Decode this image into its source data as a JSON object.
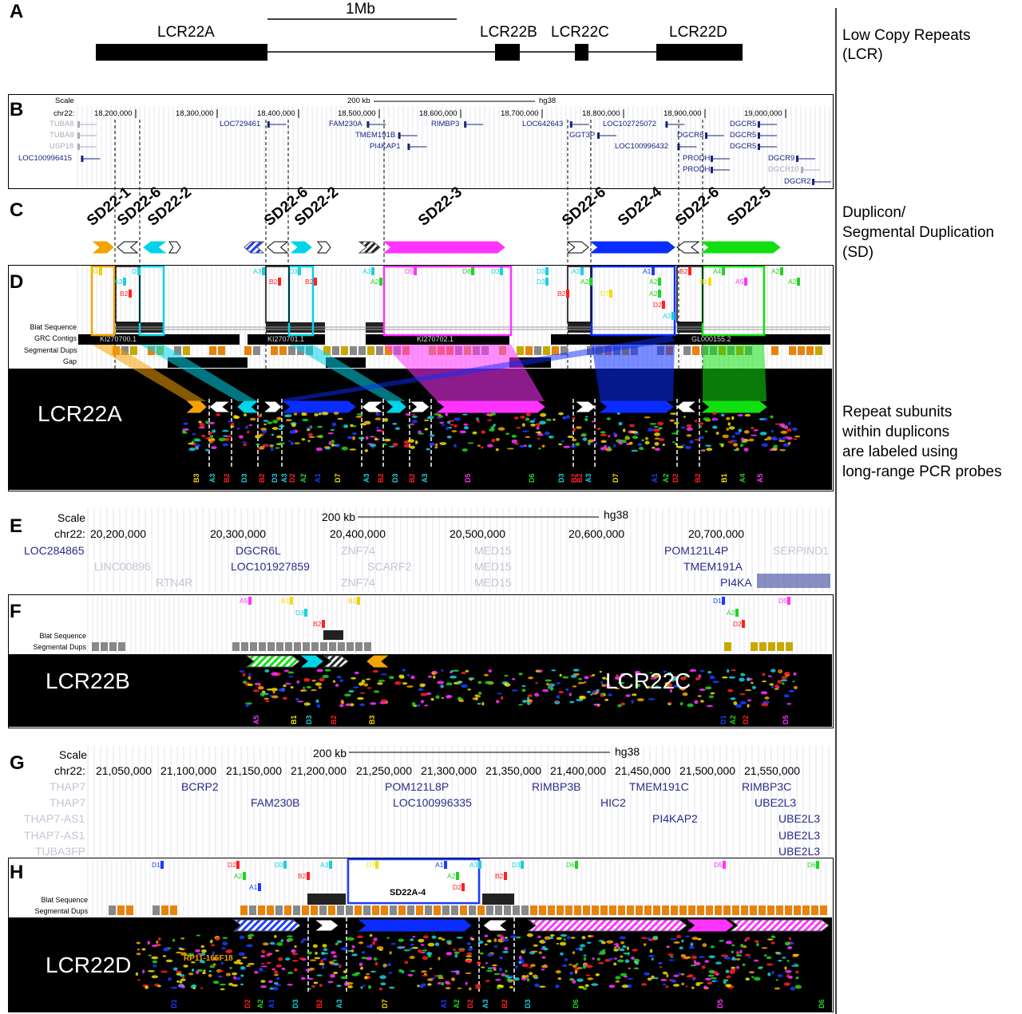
{
  "panel_a": {
    "label": "A",
    "scale": "1Mb",
    "lcrs": [
      "LCR22A",
      "LCR22B",
      "LCR22C",
      "LCR22D"
    ],
    "side_text": [
      "Low Copy Repeats",
      "(LCR)"
    ]
  },
  "panel_b": {
    "label": "B",
    "scale_label": "Scale",
    "scale_size": "200 kb",
    "assembly": "hg38",
    "chrom": "chr22:",
    "ticks": [
      "18,200,000",
      "18,300,000",
      "18,400,000",
      "18,500,000",
      "18,600,000",
      "18,700,000",
      "18,800,000",
      "18,900,000",
      "19,000,000"
    ],
    "genes": [
      {
        "name": "TUBA8",
        "faded": true
      },
      {
        "name": "TUBA8",
        "faded": true
      },
      {
        "name": "USP18",
        "faded": true
      },
      {
        "name": "LOC100996415",
        "faded": false
      },
      {
        "name": "LOC729461",
        "faded": false
      },
      {
        "name": "FAM230A",
        "faded": false
      },
      {
        "name": "TMEM191B",
        "faded": false
      },
      {
        "name": "PI4KAP1",
        "faded": false
      },
      {
        "name": "RIMBP3",
        "faded": false
      },
      {
        "name": "LOC642643",
        "faded": false
      },
      {
        "name": "GGT3P",
        "faded": false
      },
      {
        "name": "LOC102725072",
        "faded": false
      },
      {
        "name": "LOC100996432",
        "faded": false
      },
      {
        "name": "DGCR6",
        "faded": false
      },
      {
        "name": "PRODH",
        "faded": false
      },
      {
        "name": "PRODH",
        "faded": false
      },
      {
        "name": "DGCR5",
        "faded": false
      },
      {
        "name": "DGCR5",
        "faded": false
      },
      {
        "name": "DGCR5",
        "faded": false
      },
      {
        "name": "DGCR9",
        "faded": false
      },
      {
        "name": "DGCR10",
        "faded": true
      },
      {
        "name": "DGCR2",
        "faded": false
      }
    ]
  },
  "panel_c": {
    "label": "C",
    "duplicons": [
      "SD22-1",
      "SD22-6",
      "SD22-2",
      "SD22-6",
      "SD22-2",
      "SD22-3",
      "SD22-6",
      "SD22-4",
      "SD22-6",
      "SD22-5"
    ],
    "side_text": [
      "Duplicon/",
      "Segmental Duplication",
      "(SD)"
    ]
  },
  "panel_d": {
    "label": "D",
    "tracks": [
      "Blat Sequence",
      "GRC Contigs",
      "Segmental Dups",
      "Gap"
    ],
    "contigs": [
      "KI270700.1",
      "KI270701.1",
      "KI270702.1",
      "GL000155.2"
    ],
    "lcr": "LCR22A",
    "probes_top": [
      "B3",
      "A3",
      "D",
      "B2",
      "A3",
      "D3",
      "B2",
      "B2",
      "A3",
      "A2",
      "D5",
      "D6",
      "D3",
      "D3",
      "D3",
      "A3",
      "A2",
      "B2",
      "D7",
      "A1",
      "A2",
      "A2",
      "D2",
      "A3",
      "B2",
      "A4",
      "A5",
      "B1",
      "A2",
      "A2"
    ],
    "probes_bottom": [
      "B3",
      "A3",
      "B2",
      "D3",
      "B2",
      "D3",
      "A3",
      "D2",
      "A2",
      "A1",
      "D7",
      "A3",
      "B2",
      "D3",
      "B2",
      "A3",
      "D5",
      "D6",
      "D3",
      "A3",
      "B2",
      "B2",
      "D7",
      "A1",
      "A2",
      "D2",
      "B2",
      "B1",
      "A4",
      "A5"
    ],
    "side_text": [
      "Repeat subunits",
      "within duplicons",
      "are labeled using",
      "long-range PCR probes"
    ]
  },
  "panel_e": {
    "label": "E",
    "scale_label": "Scale",
    "scale_size": "200 kb",
    "assembly": "hg38",
    "chrom": "chr22:",
    "ticks": [
      "20,200,000",
      "20,300,000",
      "20,400,000",
      "20,500,000",
      "20,600,000",
      "20,700,000"
    ],
    "genes": [
      {
        "name": "LOC284865",
        "faded": false
      },
      {
        "name": "LINC00896",
        "faded": true
      },
      {
        "name": "RTN4R",
        "faded": true
      },
      {
        "name": "DGCR6L",
        "faded": false
      },
      {
        "name": "LOC101927859",
        "faded": false
      },
      {
        "name": "ZNF74",
        "faded": true
      },
      {
        "name": "SCARF2",
        "faded": true
      },
      {
        "name": "ZNF74",
        "faded": true
      },
      {
        "name": "MED15",
        "faded": true
      },
      {
        "name": "MED15",
        "faded": true
      },
      {
        "name": "MED15",
        "faded": true
      },
      {
        "name": "POM121L4P",
        "faded": false
      },
      {
        "name": "TMEM191A",
        "faded": false
      },
      {
        "name": "SERPIND1",
        "faded": true
      },
      {
        "name": "PI4KA",
        "faded": false
      }
    ]
  },
  "panel_f": {
    "label": "F",
    "tracks": [
      "Blat Sequence",
      "Segmental Dups"
    ],
    "lcrs": [
      "LCR22B",
      "LCR22C"
    ],
    "probes_top": [
      "A5",
      "B1",
      "B3",
      "D3",
      "B2",
      "D1",
      "D5",
      "A2",
      "D2"
    ],
    "probes_bottom": [
      "A5",
      "B1",
      "D3",
      "B2",
      "B3",
      "D1",
      "A2",
      "D2",
      "D5"
    ]
  },
  "panel_g": {
    "label": "G",
    "scale_label": "Scale",
    "scale_size": "200 kb",
    "assembly": "hg38",
    "chrom": "chr22:",
    "ticks": [
      "21,050,000",
      "21,100,000",
      "21,150,000",
      "21,200,000",
      "21,250,000",
      "21,300,000",
      "21,350,000",
      "21,400,000",
      "21,450,000",
      "21,500,000",
      "21,550,000"
    ],
    "genes": [
      {
        "name": "THAP7",
        "faded": true
      },
      {
        "name": "THAP7",
        "faded": true
      },
      {
        "name": "THAP7-AS1",
        "faded": true
      },
      {
        "name": "THAP7-AS1",
        "faded": true
      },
      {
        "name": "TUBA3FP",
        "faded": true
      },
      {
        "name": "BCRP2",
        "faded": false
      },
      {
        "name": "FAM230B",
        "faded": false
      },
      {
        "name": "POM121L8P",
        "faded": false
      },
      {
        "name": "LOC100996335",
        "faded": false
      },
      {
        "name": "RIMBP3B",
        "faded": false
      },
      {
        "name": "HIC2",
        "faded": false
      },
      {
        "name": "TMEM191C",
        "faded": false
      },
      {
        "name": "PI4KAP2",
        "faded": false
      },
      {
        "name": "RIMBP3C",
        "faded": false
      },
      {
        "name": "UBE2L3",
        "faded": false
      },
      {
        "name": "UBE2L3",
        "faded": false
      },
      {
        "name": "UBE2L3",
        "faded": false
      },
      {
        "name": "UBE2L3",
        "faded": false
      }
    ]
  },
  "panel_h": {
    "label": "H",
    "tracks": [
      "Blat Sequence",
      "Segmental Dups"
    ],
    "box_label": "SD22A-4",
    "clone": "RP11-165F18",
    "lcr": "LCR22D",
    "probes_top": [
      "D1",
      "D2",
      "A2",
      "A1",
      "B2",
      "D3",
      "A3",
      "D7",
      "A1",
      "A2",
      "D2",
      "A3",
      "B2",
      "D3",
      "D6",
      "D5",
      "D6"
    ],
    "probes_bottom": [
      "D1",
      "D2",
      "A2",
      "A1",
      "D3",
      "B2",
      "A3",
      "D7",
      "A1",
      "A2",
      "D2",
      "A3",
      "B2",
      "D3",
      "D6",
      "D5",
      "D6"
    ]
  },
  "colors": {
    "A1": "#1a3cff",
    "A2": "#22d422",
    "A3": "#19d0e0",
    "A4": "#22d422",
    "A5": "#ff33ff",
    "B1": "#f0e000",
    "B2": "#ff2020",
    "B3": "#f0d000",
    "D": "#19d0e0",
    "D1": "#1a3cff",
    "D2": "#ff2020",
    "D3": "#19d0e0",
    "D5": "#ff33ff",
    "D6": "#22d422",
    "D7": "#f0e000",
    "orange": "#f4a300",
    "cyan": "#00d4e8",
    "magenta": "#ff33ff",
    "blue": "#0a2cff",
    "green": "#10e010",
    "seg_orange": "#e8820a",
    "seg_gray": "#888888"
  }
}
